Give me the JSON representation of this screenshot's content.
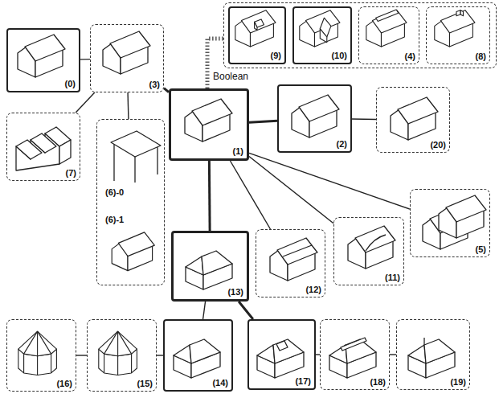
{
  "diagram": {
    "nodes": [
      {
        "text": [
          "Boolean"
        ]
      },
      {
        "text": [
          "(9)"
        ],
        "in": 0
      },
      {
        "text": [
          "(10)"
        ],
        "in": 0
      },
      {
        "text": [
          "(4)"
        ],
        "in": 0
      },
      {
        "text": [
          "(8)"
        ],
        "in": 0
      },
      {
        "text": [
          "(0)"
        ]
      },
      {
        "text": [
          "(3)"
        ]
      },
      {
        "text": [
          "(2)"
        ]
      },
      {
        "text": [
          "(1)"
        ]
      },
      {
        "text": [
          "(20)"
        ]
      },
      {
        "text": [
          "(7)"
        ]
      },
      {
        "text": [
          "(6)-0",
          "(6)-1"
        ]
      },
      {
        "text": [
          "(5)"
        ]
      },
      {
        "text": [
          "(11)"
        ]
      },
      {
        "text": [
          "(12)"
        ]
      },
      {
        "text": [
          "(13)"
        ]
      },
      {
        "text": [
          "(16)"
        ]
      },
      {
        "text": [
          "(15)"
        ]
      },
      {
        "text": [
          "(14)"
        ]
      },
      {
        "text": [
          "(17)"
        ]
      },
      {
        "text": [
          "(18)"
        ]
      },
      {
        "text": [
          "(19)"
        ]
      }
    ],
    "edges": [
      {
        "from": 5,
        "to": 6,
        "arrow": "none"
      },
      {
        "from": 6,
        "to": 8,
        "arrow": "none"
      },
      {
        "from": 6,
        "to": 10,
        "arrow": "none"
      },
      {
        "from": 6,
        "to": 11,
        "arrow": "none"
      },
      {
        "from": 8,
        "to": 0,
        "arrow": "none"
      },
      {
        "from": 8,
        "to": 7,
        "arrow": "none"
      },
      {
        "from": 7,
        "to": 9,
        "arrow": "none"
      },
      {
        "from": 8,
        "to": 12,
        "arrow": "none"
      },
      {
        "from": 8,
        "to": 13,
        "arrow": "none"
      },
      {
        "from": 8,
        "to": 14,
        "arrow": "none"
      },
      {
        "from": 8,
        "to": 15,
        "arrow": "none"
      },
      {
        "from": 15,
        "to": 18,
        "arrow": "none"
      },
      {
        "from": 15,
        "to": 19,
        "arrow": "none"
      },
      {
        "from": 18,
        "to": 17,
        "arrow": "none"
      },
      {
        "from": 17,
        "to": 16,
        "arrow": "none"
      },
      {
        "from": 19,
        "to": 20,
        "arrow": "none"
      },
      {
        "from": 20,
        "to": 21,
        "arrow": "none"
      }
    ]
  }
}
